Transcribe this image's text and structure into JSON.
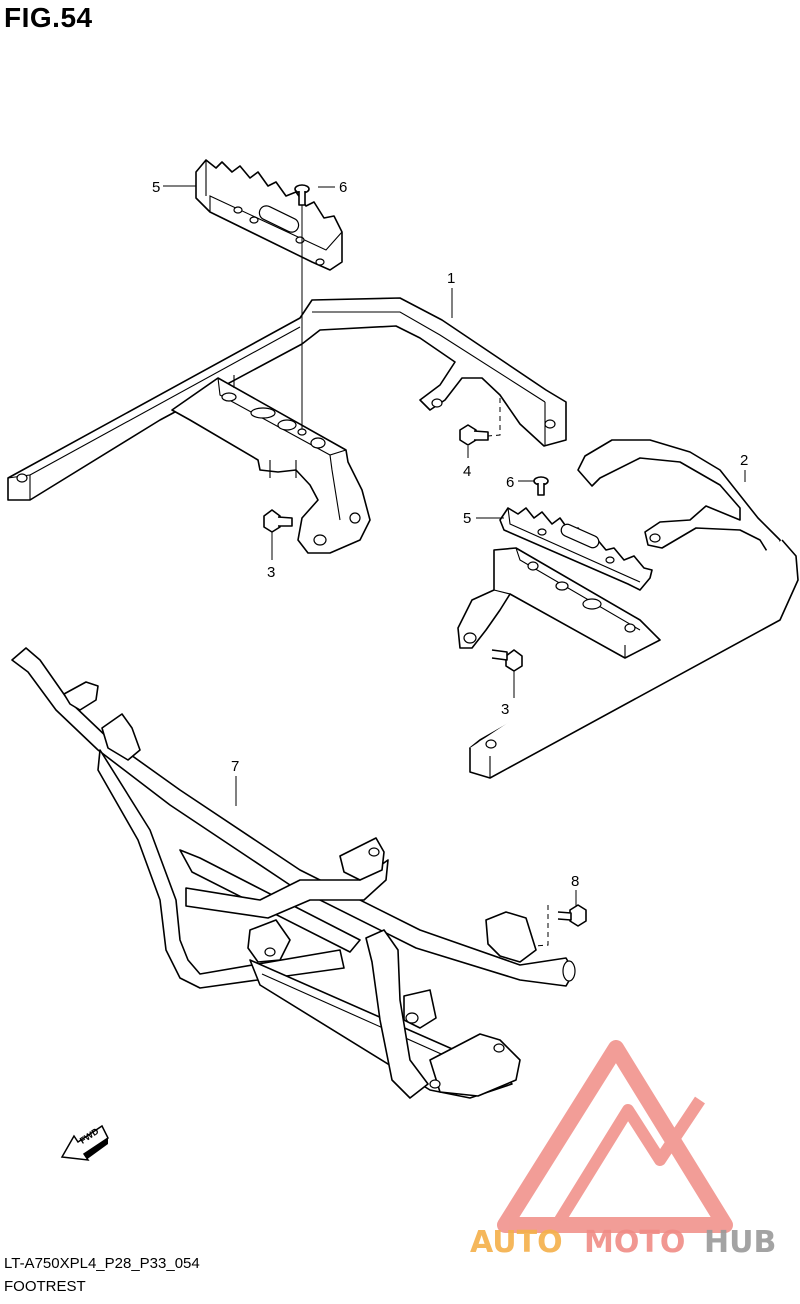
{
  "figure": {
    "title": "FIG.54"
  },
  "callouts": [
    {
      "id": "c1",
      "label": "1"
    },
    {
      "id": "c2",
      "label": "2"
    },
    {
      "id": "c3a",
      "label": "3"
    },
    {
      "id": "c3b",
      "label": "3"
    },
    {
      "id": "c4",
      "label": "4"
    },
    {
      "id": "c5a",
      "label": "5"
    },
    {
      "id": "c5b",
      "label": "5"
    },
    {
      "id": "c6a",
      "label": "6"
    },
    {
      "id": "c6b",
      "label": "6"
    },
    {
      "id": "c7",
      "label": "7"
    },
    {
      "id": "c8",
      "label": "8"
    }
  ],
  "footer": {
    "model_code": "LT-A750XPL4_P28_P33_054",
    "caption": "FOOTREST"
  },
  "fwd_arrow": {
    "label": "FWD"
  },
  "watermark": {
    "text": "AUTOMOTOHUB",
    "colors": {
      "triangle": "#f08c86",
      "auto": "#f5b04a",
      "moto": "#f08c86",
      "hub": "#9a9a9a"
    }
  }
}
